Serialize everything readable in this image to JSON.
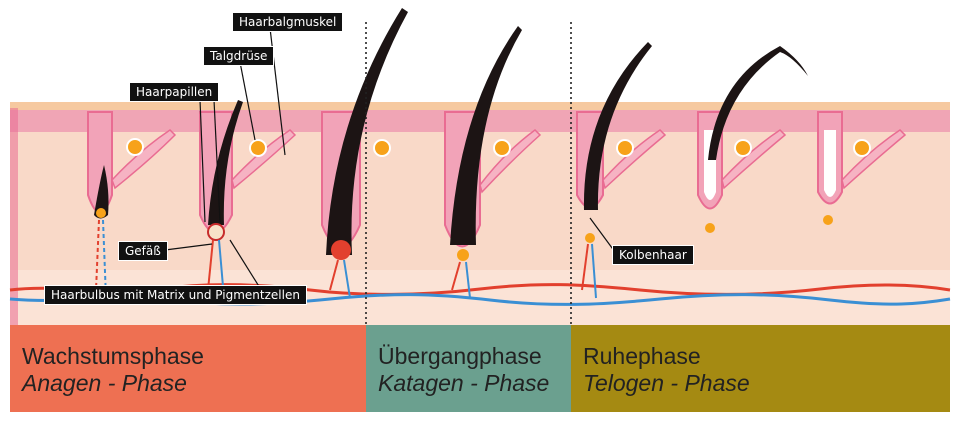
{
  "labels": {
    "haarbalgmuskel": "Haarbalgmuskel",
    "talgdruese": "Talgdrüse",
    "haarpapillen": "Haarpapillen",
    "gefaess": "Gefäß",
    "haarbulbus": "Haarbulbus mit Matrix und Pigmentzellen",
    "kolbenhaar": "Kolbenhaar"
  },
  "phases": [
    {
      "name": "Wachstumsphase",
      "subtitle": "Anagen - Phase",
      "color": "#ee7052"
    },
    {
      "name": "Übergangphase",
      "subtitle": "Katagen - Phase",
      "color": "#6ba08f"
    },
    {
      "name": "Ruhephase",
      "subtitle": "Telogen - Phase",
      "color": "#a58a12"
    }
  ],
  "colors": {
    "skin": "#f9d9c8",
    "skin_pink": "#e96c92",
    "epidermis_top": "#f6c9a0",
    "gland": "#f7a21a",
    "hair": "#1c1414",
    "artery": "#e2402e",
    "vein": "#3a8fd4"
  }
}
